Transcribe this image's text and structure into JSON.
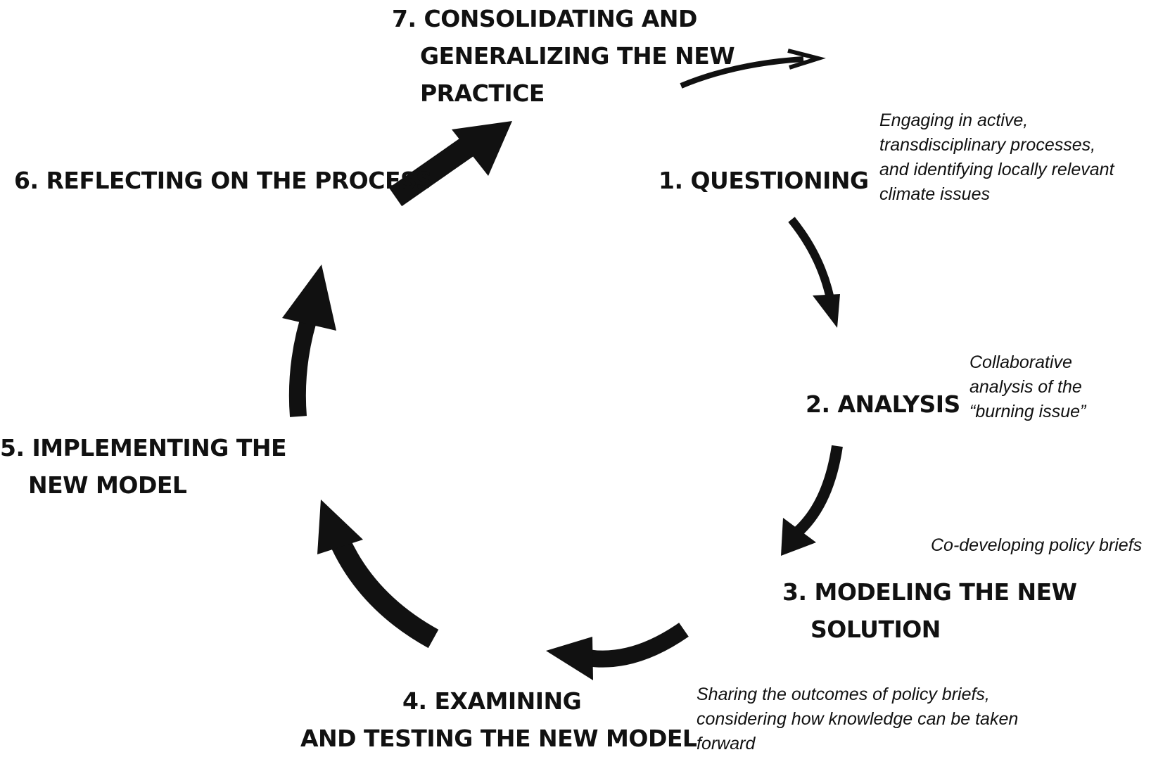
{
  "steps": {
    "step1": {
      "lines": [
        "1. QUESTIONING"
      ]
    },
    "step2": {
      "lines": [
        "2. ANALYSIS"
      ]
    },
    "step3": {
      "lines": [
        "3. MODELING THE NEW",
        "SOLUTION"
      ]
    },
    "step4": {
      "lines": [
        "4. EXAMINING",
        "AND TESTING THE NEW MODEL"
      ]
    },
    "step5": {
      "lines": [
        "5. IMPLEMENTING THE",
        "NEW MODEL"
      ]
    },
    "step6": {
      "lines": [
        "6. REFLECTING ON THE PROCESS"
      ]
    },
    "step7": {
      "lines": [
        "7. CONSOLIDATING AND",
        "GENERALIZING THE NEW",
        "PRACTICE"
      ]
    }
  },
  "notes": {
    "note1": {
      "lines": [
        "Engaging in active,",
        "transdisciplinary processes,",
        "and identifying locally relevant",
        "climate issues"
      ]
    },
    "note2": {
      "lines": [
        "Collaborative",
        "analysis of the",
        "“burning issue”"
      ]
    },
    "note3": {
      "lines": [
        "Co-developing policy briefs"
      ]
    },
    "note4": {
      "lines": [
        "Sharing the outcomes of policy briefs,",
        "considering how knowledge can be taken",
        "forward"
      ]
    }
  },
  "colors": {
    "arrow": "#111111",
    "text": "#111111",
    "background": "#ffffff"
  }
}
